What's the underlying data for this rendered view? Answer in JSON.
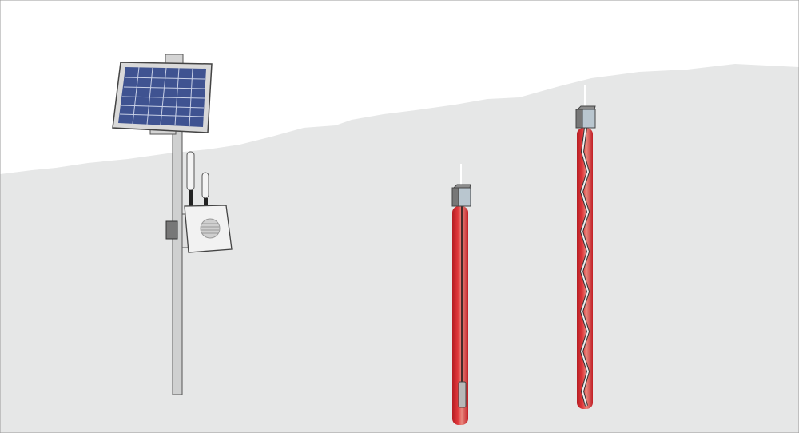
{
  "colors": {
    "sky": "#ffffff",
    "ground": "#e6e7e7",
    "pole": "#cfd0d0",
    "solar_cell": "#3f5391",
    "casing": "#d9242b",
    "cap": "#b9c6cf",
    "outline": "#4a4a4a"
  },
  "components": {
    "solar_panel": {
      "icon": "solar-panel-icon"
    },
    "data_logger": {
      "icon": "data-logger-icon",
      "antennas": 2
    },
    "shallow_well": {
      "icon": "well-casing-icon",
      "sensor": "pressure-transducer"
    },
    "deep_well": {
      "icon": "well-casing-icon",
      "sensor": "sensor-chain"
    }
  }
}
